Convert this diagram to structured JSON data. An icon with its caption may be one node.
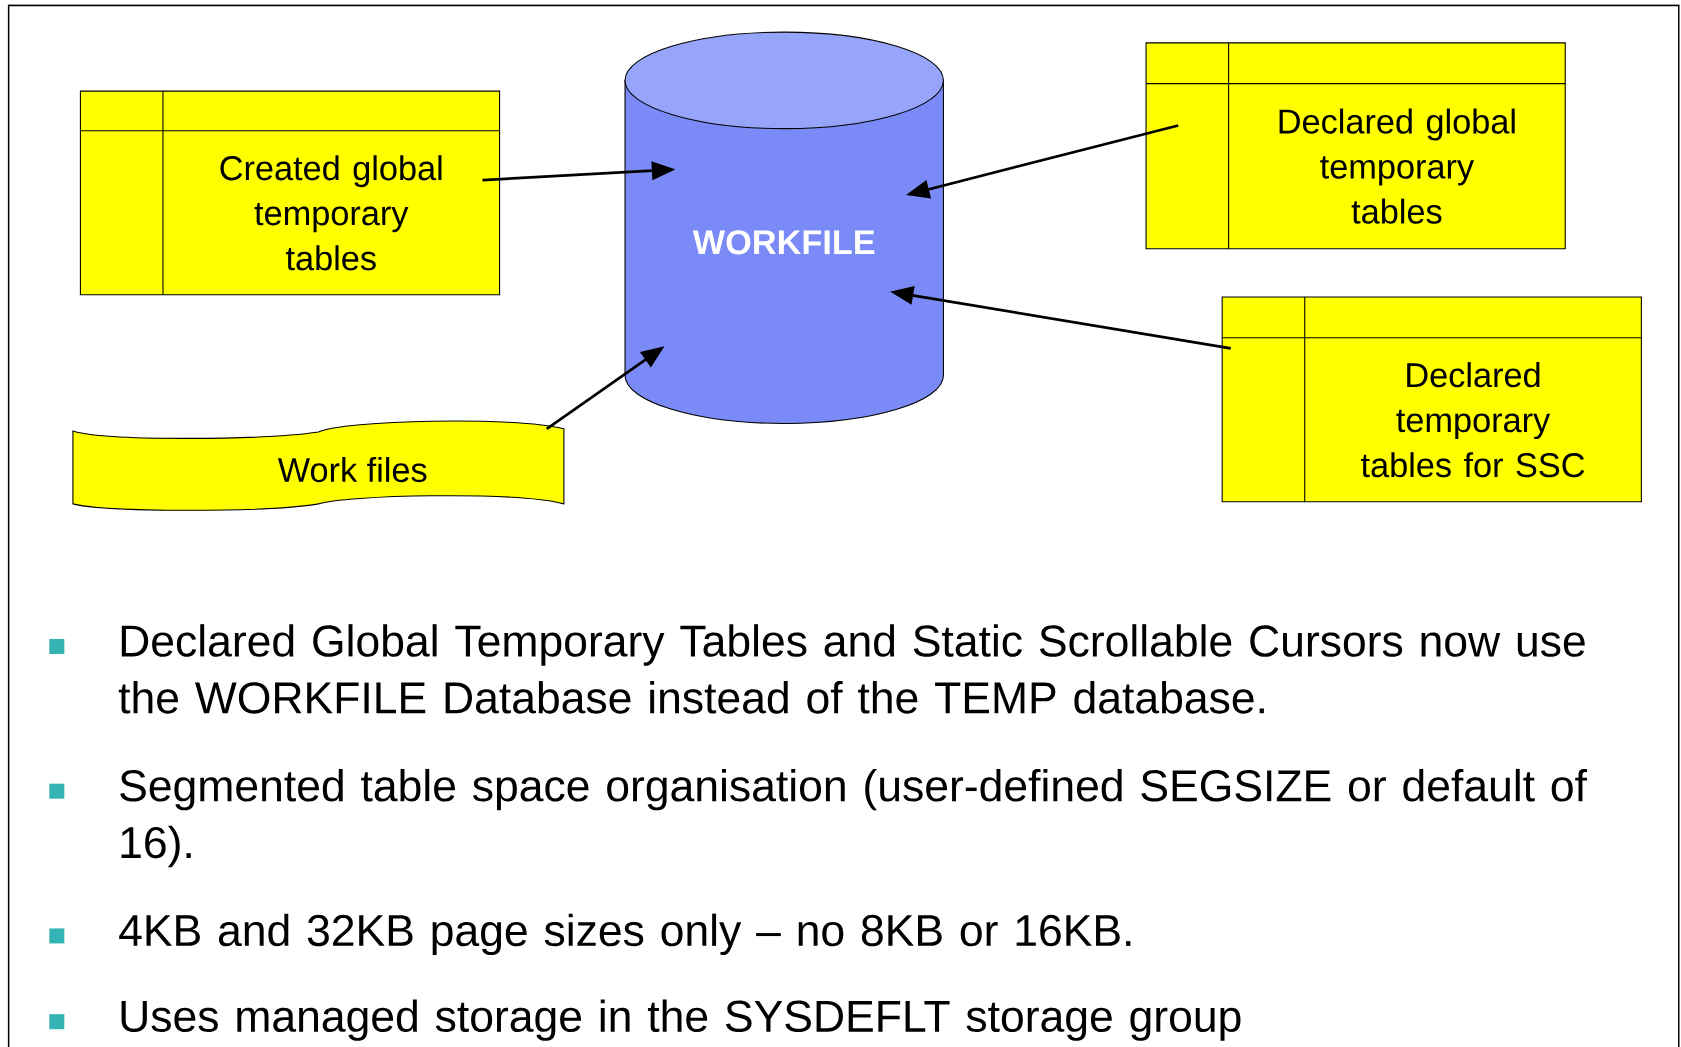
{
  "diagram": {
    "nodes": [
      {
        "text": [
          "Created global temporary tables"
        ]
      },
      {
        "text": [
          "WORKFILE"
        ]
      },
      {
        "text": [
          "Declared global temporary tables"
        ]
      },
      {
        "text": [
          "Work files"
        ]
      },
      {
        "text": [
          "Declared temporary tables for SSC"
        ]
      }
    ],
    "edges": [
      {
        "from": 0,
        "to": 1,
        "arrow": "to"
      },
      {
        "from": 2,
        "to": 1,
        "arrow": "to"
      },
      {
        "from": 4,
        "to": 1,
        "arrow": "to"
      },
      {
        "from": 3,
        "to": 1,
        "arrow": "to"
      }
    ],
    "labels": [
      "Declared Global Temporary Tables and Static Scrollable Cursors now use the WORKFILE Database instead of the TEMP database.",
      "Segmented table space organisation (user-defined SEGSIZE or default of 16).",
      "4KB and 32KB page sizes only – no 8KB or 16KB.",
      "Uses managed storage in the SYSDEFLT storage group"
    ]
  }
}
